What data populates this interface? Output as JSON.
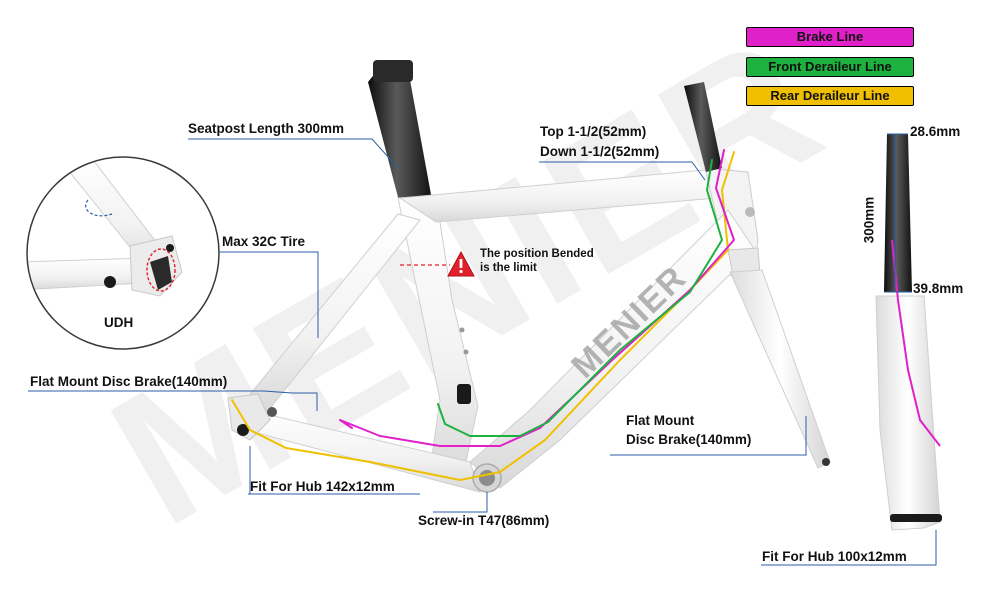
{
  "legend": {
    "brake": {
      "label": "Brake Line",
      "color": "#e020c8"
    },
    "front": {
      "label": "Front Deraileur Line",
      "color": "#1db240"
    },
    "rear": {
      "label": "Rear Deraileur Line",
      "color": "#f0c000"
    }
  },
  "labels": {
    "seatpost": "Seatpost Length 300mm",
    "tire": "Max 32C Tire",
    "udh": "UDH",
    "flat_mount_rear": "Flat Mount Disc Brake(140mm)",
    "hub_rear": "Fit For Hub 142x12mm",
    "bb": "Screw-in T47(86mm)",
    "headset_top": "Top 1-1/2(52mm)",
    "headset_down": "Down 1-1/2(52mm)",
    "warning_line1": "The position Bended",
    "warning_line2": "is the limit",
    "flat_mount_front_line1": "Flat Mount",
    "flat_mount_front_line2": "Disc Brake(140mm)",
    "steerer_top": "28.6mm",
    "steerer_length": "300mm",
    "steerer_bottom": "39.8mm",
    "hub_front": "Fit For Hub 100x12mm"
  },
  "watermark": "MENIER",
  "colors": {
    "callout_line": "#2a5ea8",
    "frame": "#f5f5f5",
    "carbon": "#1f1f1f",
    "warning": "#e0202a"
  }
}
